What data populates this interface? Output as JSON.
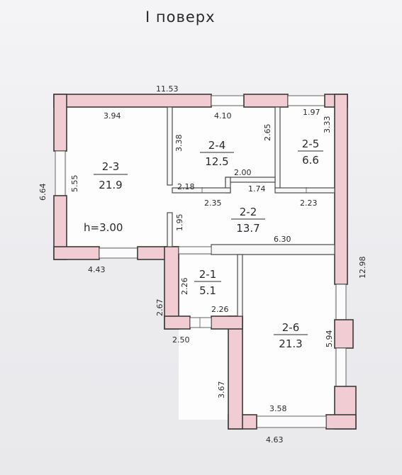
{
  "title": "I поверх",
  "ceiling_height": "h=3.00",
  "rooms": {
    "r23": {
      "num": "2-3",
      "area": "21.9"
    },
    "r24": {
      "num": "2-4",
      "area": "12.5"
    },
    "r25": {
      "num": "2-5",
      "area": "6.6"
    },
    "r22": {
      "num": "2-2",
      "area": "13.7"
    },
    "r21": {
      "num": "2-1",
      "area": "5.1"
    },
    "r26": {
      "num": "2-6",
      "area": "21.3"
    }
  },
  "dimensions": {
    "top_overall": "11.53",
    "r23_width": "3.94",
    "r24_width": "4.10",
    "r25_width": "1.97",
    "left_overall": "6.64",
    "r23_height": "5.55",
    "r24_height": "3.38",
    "r24_partition": "2.65",
    "r25_height": "3.33",
    "corridor_step": "2.00",
    "corridor_left": "2.18",
    "corridor_mid": "1.74",
    "corridor_lower": "2.35",
    "r25_bottom": "2.23",
    "corridor_height": "1.95",
    "partition_long": "6.30",
    "front_left": "4.43",
    "right_overall": "12.98",
    "r21_height": "2.26",
    "r21_width": "2.26",
    "porch_height": "2.67",
    "porch_width": "2.50",
    "r26_height": "5.94",
    "r26_left": "3.67",
    "r26_inner_bottom": "3.58",
    "bottom_overall": "4.63"
  }
}
